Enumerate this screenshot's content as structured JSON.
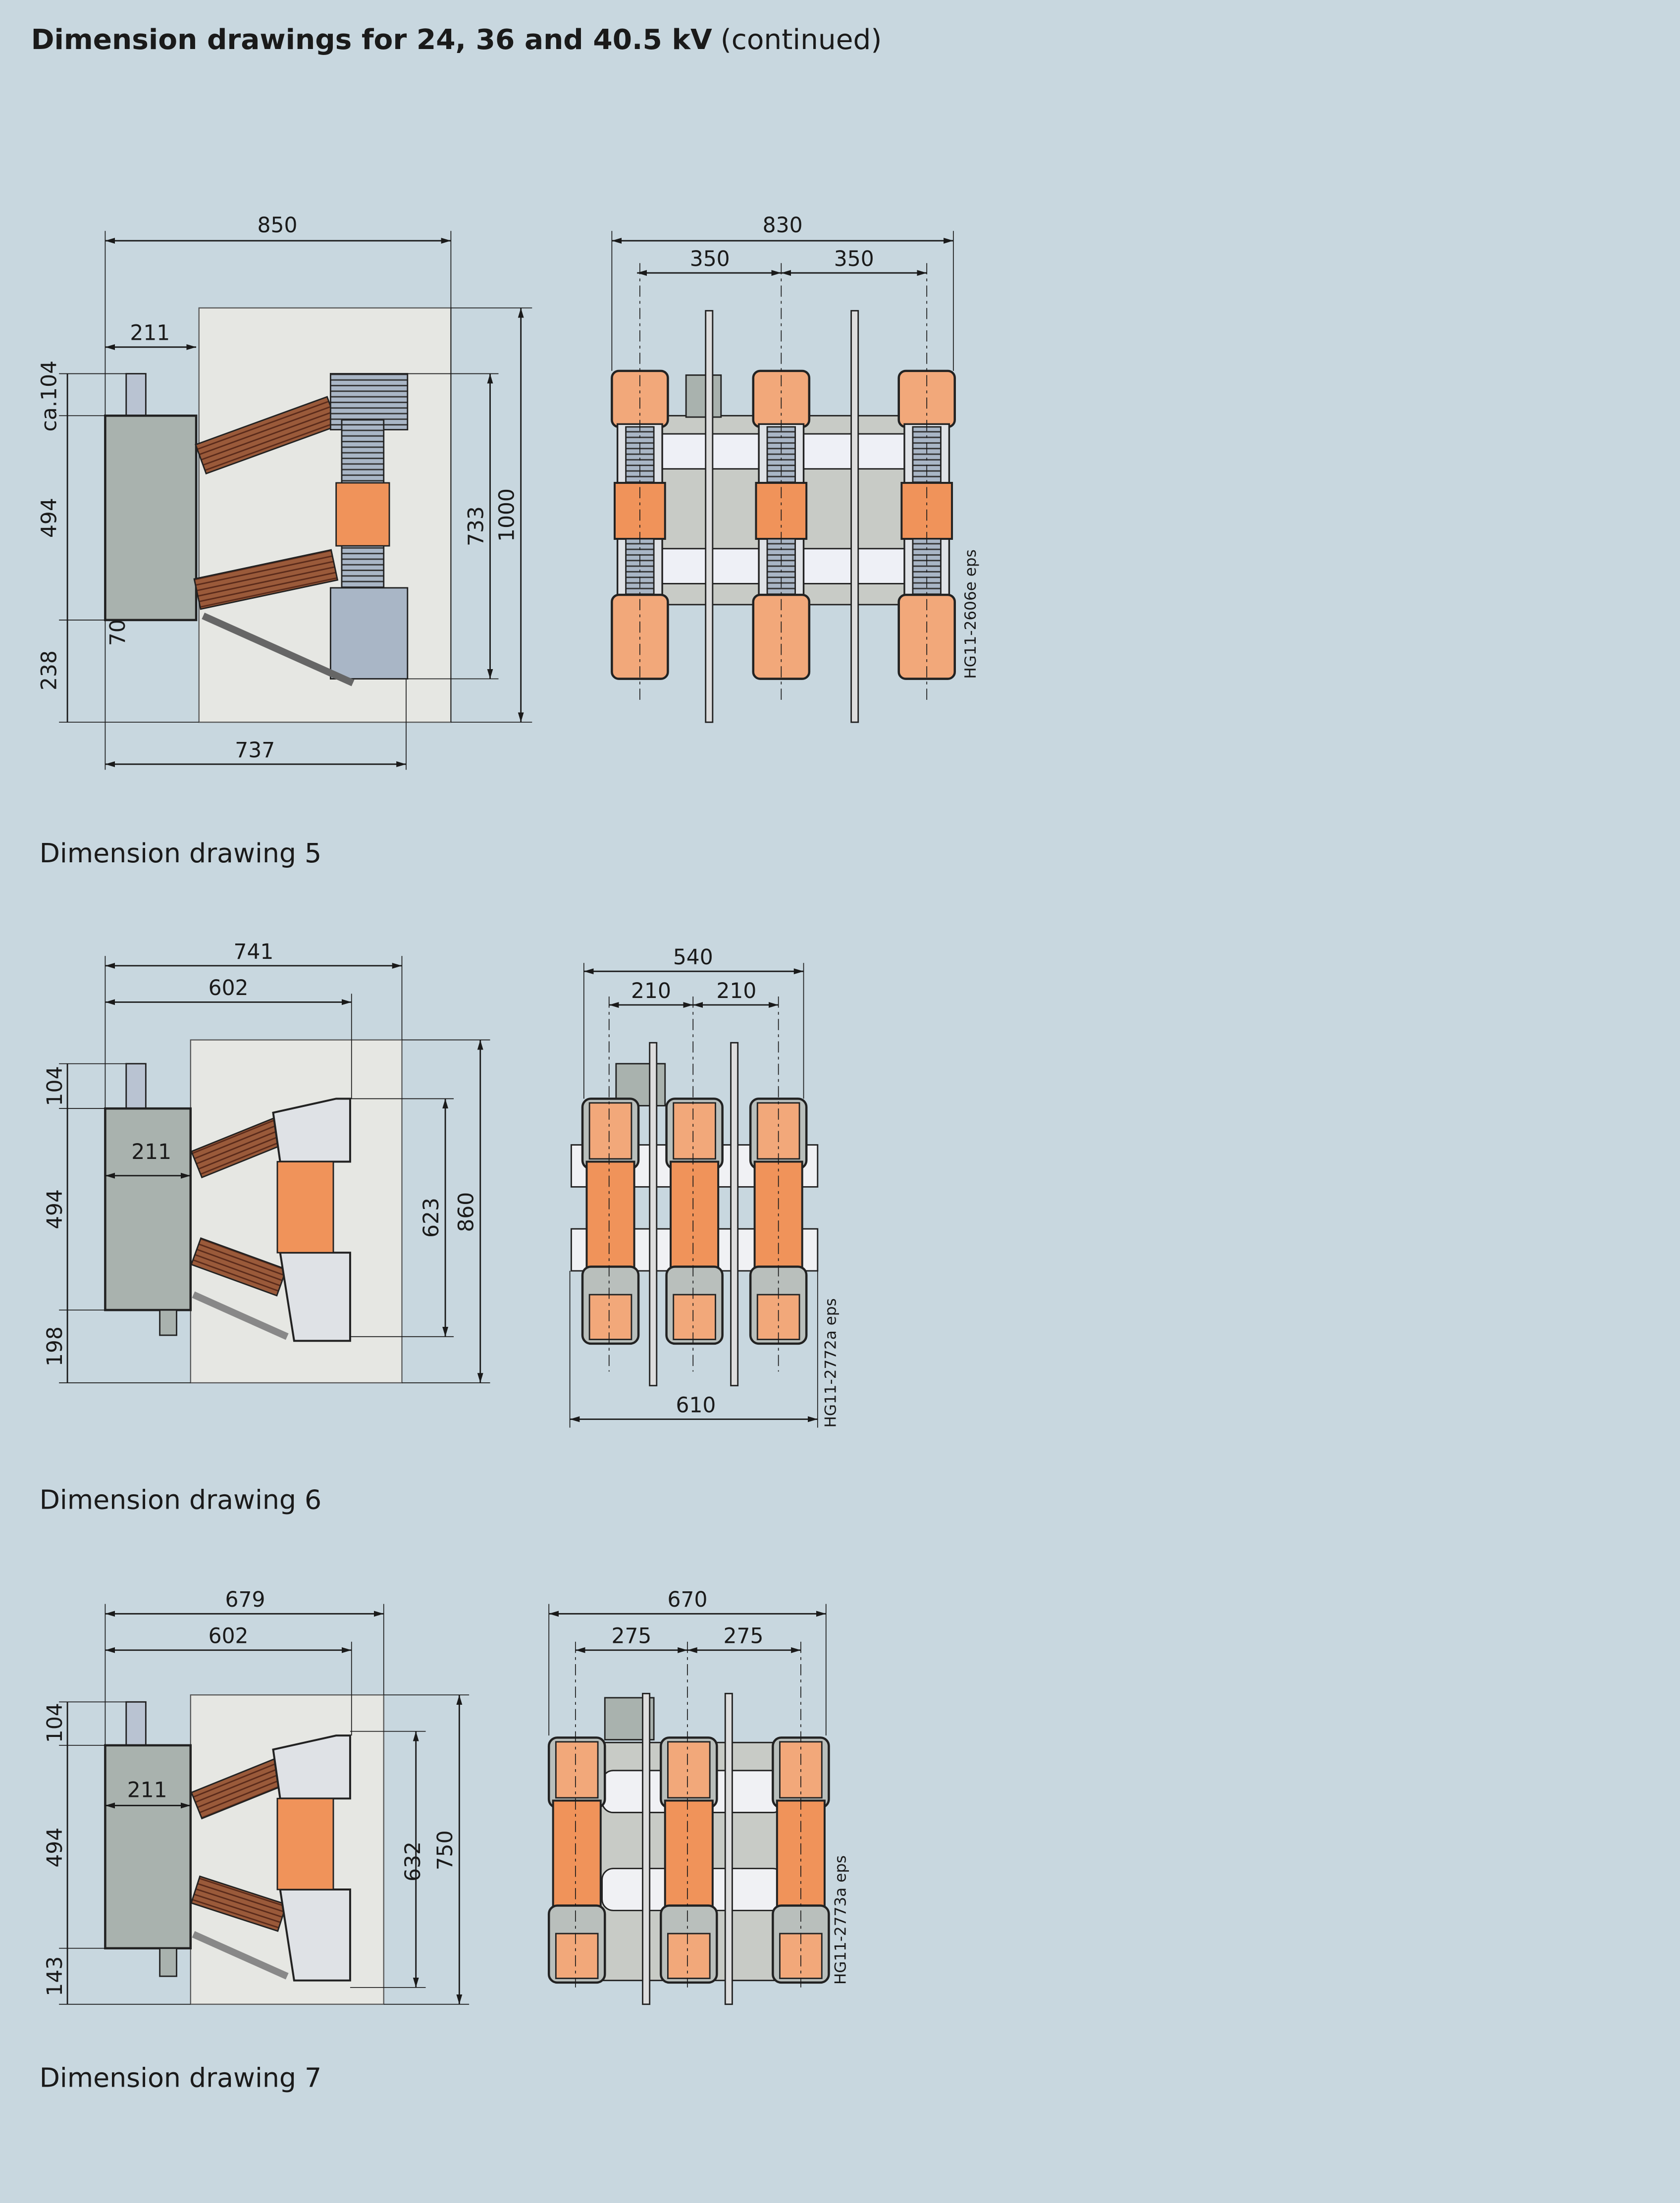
{
  "header": {
    "title_bold": "Dimension drawings for 24, 36 and 40.5 kV",
    "title_suffix": "(continued)"
  },
  "colors": {
    "background": "#c8d7df",
    "panel": "#e6e7e3",
    "housing": "#a9b2ae",
    "copper": "#f0935a",
    "insulator": "#9a5a3a",
    "dark": "#222222"
  },
  "drawings": [
    {
      "caption": "Dimension drawing 5",
      "code": "HG11-2606e eps",
      "side": {
        "width_total": "850",
        "housing_width": "211",
        "top_offset": "ca.104",
        "housing_height": "494",
        "drive_offset": "70",
        "bottom_offset": "238",
        "depth": "737",
        "pole_height": "733",
        "panel_height": "1000"
      },
      "front": {
        "width_total": "830",
        "pole_spacing_1": "350",
        "pole_spacing_2": "350"
      }
    },
    {
      "caption": "Dimension drawing 6",
      "code": "HG11-2772a eps",
      "side": {
        "width_total": "741",
        "width_inner": "602",
        "top_offset": "104",
        "housing_width": "211",
        "housing_height": "494",
        "bottom_offset": "198",
        "pole_height": "623",
        "panel_height": "860"
      },
      "front": {
        "width_total": "540",
        "pole_spacing_1": "210",
        "pole_spacing_2": "210",
        "frame_width": "610"
      }
    },
    {
      "caption": "Dimension drawing 7",
      "code": "HG11-2773a eps",
      "side": {
        "width_total": "679",
        "width_inner": "602",
        "top_offset": "104",
        "housing_width": "211",
        "housing_height": "494",
        "bottom_offset": "143",
        "pole_height": "632",
        "panel_height": "750"
      },
      "front": {
        "width_total": "670",
        "pole_spacing_1": "275",
        "pole_spacing_2": "275"
      }
    }
  ]
}
